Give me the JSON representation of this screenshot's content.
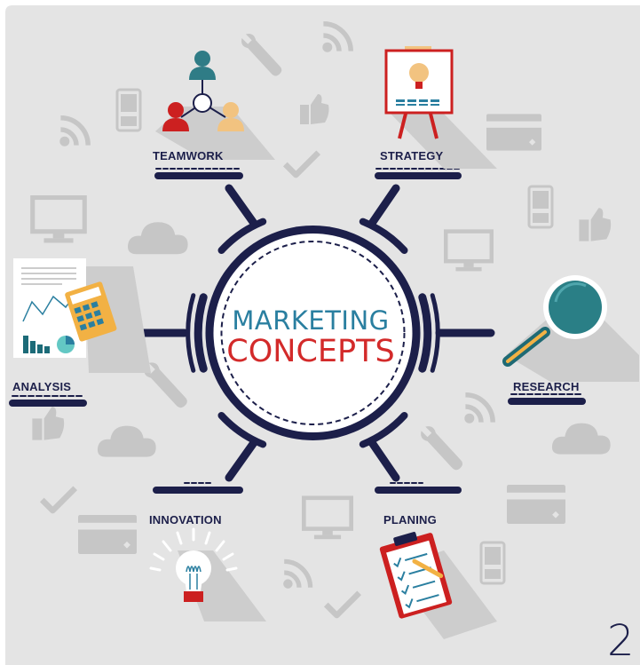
{
  "title": {
    "line1": "MARKETING",
    "line2": "CONCEPTS"
  },
  "nodes": [
    {
      "label": "TEAMWORK",
      "icon": "teamwork-people-icon"
    },
    {
      "label": "STRATEGY",
      "icon": "strategy-easel-icon"
    },
    {
      "label": "ANALYSIS",
      "icon": "analysis-report-icon"
    },
    {
      "label": "RESEARCH",
      "icon": "research-magnifier-icon"
    },
    {
      "label": "INNOVATION",
      "icon": "innovation-bulb-icon"
    },
    {
      "label": "PLANING",
      "icon": "planning-clipboard-icon"
    }
  ],
  "corner_number": "2",
  "colors": {
    "background": "#e4e4e4",
    "navy": "#1c1f4a",
    "teal": "#2a7fa0",
    "red": "#d32a2a",
    "background_icons": "#c6c6c6"
  }
}
